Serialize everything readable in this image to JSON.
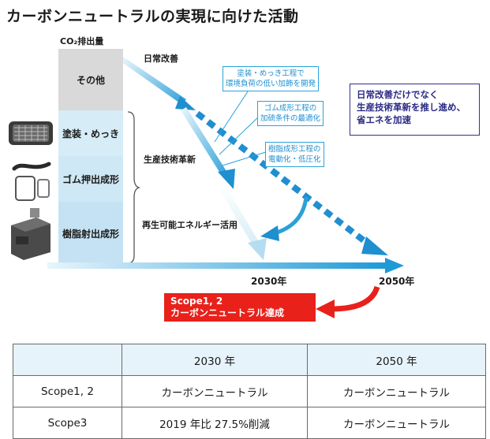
{
  "title": "カーボンニュートラルの実現に向けた活動",
  "co2_label": "CO₂排出量",
  "segments": {
    "other": "その他",
    "painting": "塗装・めっき",
    "rubber": "ゴム押出成形",
    "resin": "樹脂射出成形"
  },
  "labels": {
    "daily": "日常改善",
    "tech": "生産技術革新",
    "renewable": "再生可能エネルギー活用",
    "year2030": "2030年",
    "year2050": "2050年"
  },
  "callouts": {
    "paint_line1": "塗装・めっき工程で",
    "paint_line2": "環境負荷の低い加飾を開発",
    "rubber_line1": "ゴム成形工程の",
    "rubber_line2": "加硫条件の最適化",
    "resin_line1": "樹脂成形工程の",
    "resin_line2": "電動化・低圧化"
  },
  "note": {
    "line1": "日常改善だけでなく",
    "line2": "生産技術革新を推し進め、",
    "line3": "省エネを加速"
  },
  "goal": {
    "line1": "Scope1, 2",
    "line2": "カーボンニュートラル達成"
  },
  "table": {
    "headers": [
      "",
      "2030 年",
      "2050 年"
    ],
    "rows": [
      [
        "Scope1, 2",
        "カーボンニュートラル",
        "カーボンニュートラル"
      ],
      [
        "Scope3",
        "2019 年比  27.5%削減",
        "カーボンニュートラル"
      ]
    ]
  },
  "colors": {
    "arrow_blue": "#29a3dc",
    "arrow_light": "#bfe3f5",
    "goal_red": "#e8211b",
    "note_navy": "#31308f"
  }
}
